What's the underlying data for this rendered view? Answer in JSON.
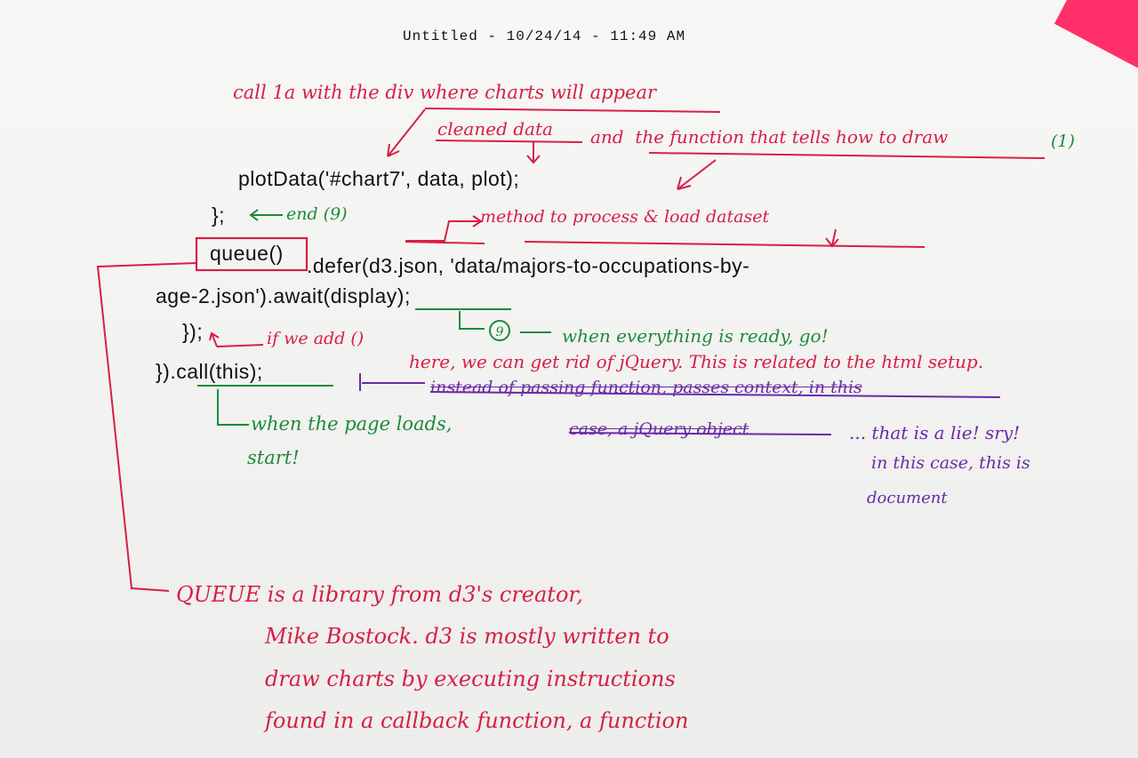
{
  "header": "Untitled - 10/24/14 - 11:49 AM",
  "code": {
    "line1": "plotData('#chart7', data, plot);",
    "line2": "};",
    "line3_queue": "queue()",
    "line3_rest": ".defer(d3.json, 'data/majors-to-occupations-by-",
    "line4": "age-2.json').await(display);",
    "line5": "});",
    "line6": "}).call(this);"
  },
  "notes": {
    "call_div": "call 1a with the div where charts will appear",
    "cleaned": "cleaned data",
    "and_fn": "and  the function that tells how to draw",
    "num1": "(1)",
    "end9": "end (9)",
    "method": "method to process & load dataset",
    "circle9": "9",
    "when_ready": "when everything is ready, go!",
    "if_we_add": "if we add ()",
    "here_jquery": "here, we can get rid of jQuery. This is related to the html setup.",
    "instead": "instead of passing function, passes context, in this",
    "case": "case, a jQuery object",
    "lie": "... that is a lie! sry!",
    "in_this_case": "in this case, this is",
    "document": "document",
    "page_loads": "when the page loads,",
    "start": "start!",
    "queue_lines": [
      "QUEUE is a library from d3's creator,",
      "Mike Bostock. d3 is mostly written to",
      "draw charts by executing instructions",
      "found in a callback function, a function"
    ]
  },
  "colors": {
    "red": "#d61f45",
    "green": "#1d8a3a",
    "purple": "#6a2aa8",
    "ink": "#111111"
  }
}
